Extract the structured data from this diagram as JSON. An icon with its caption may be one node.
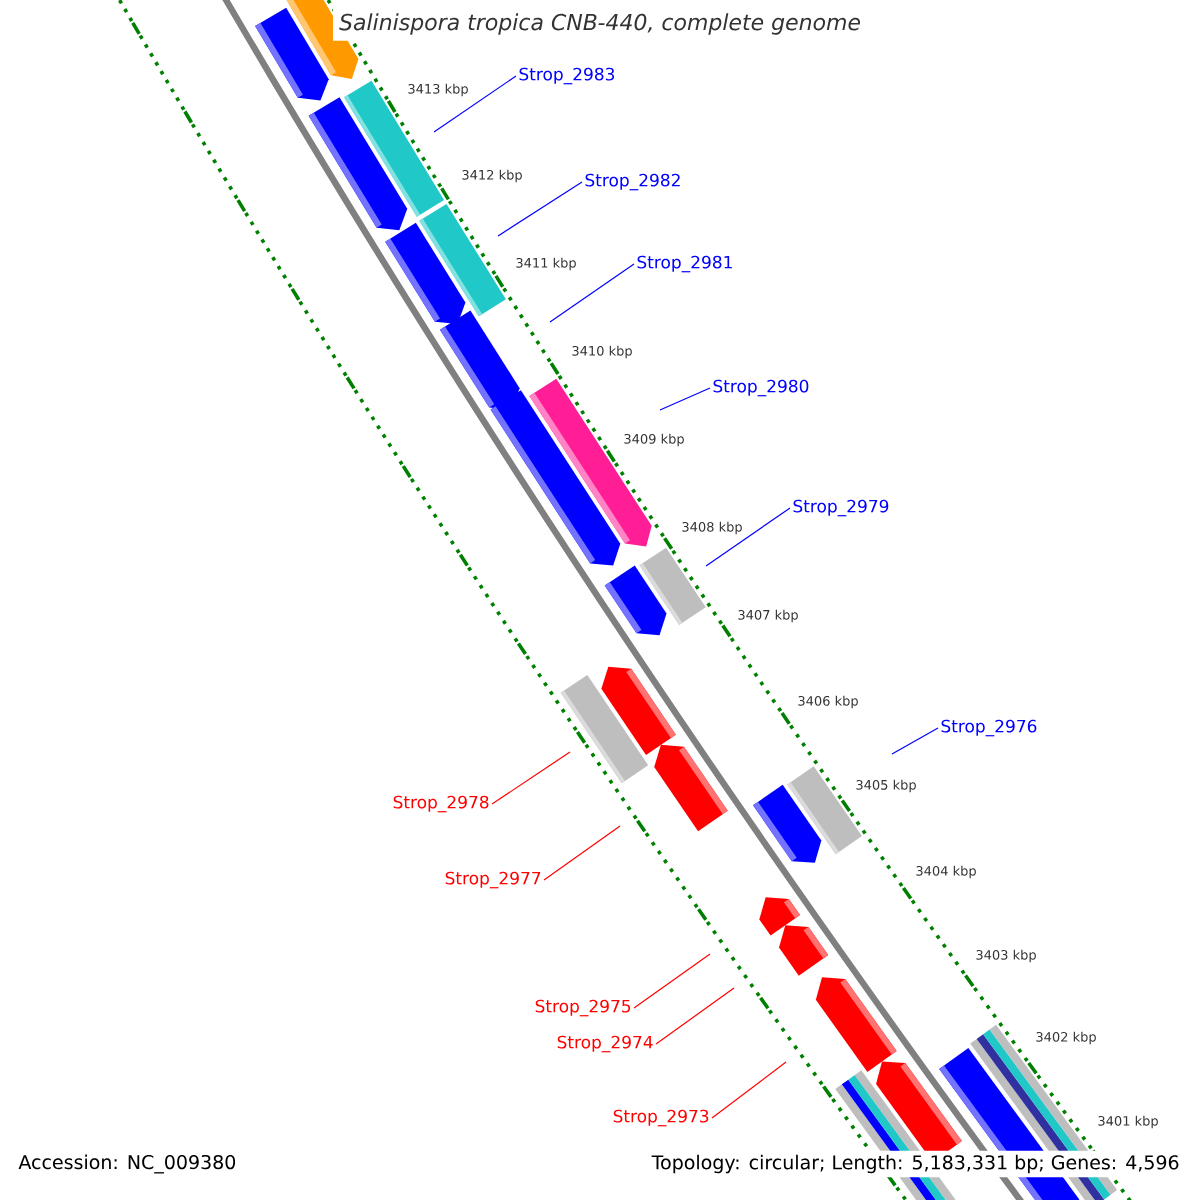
{
  "diagram": {
    "title": "Salinispora tropica CNB-440, complete genome",
    "nodes": [
      {
        "text": [
          "Strop_2983"
        ]
      },
      {
        "text": [
          "Strop_2982"
        ]
      },
      {
        "text": [
          "Strop_2981"
        ]
      },
      {
        "text": [
          "Strop_2980"
        ]
      },
      {
        "text": [
          "Strop_2979"
        ]
      },
      {
        "text": [
          "Strop_2976"
        ]
      },
      {
        "text": [
          "Strop_2978"
        ]
      },
      {
        "text": [
          "Strop_2977"
        ]
      },
      {
        "text": [
          "Strop_2975"
        ]
      },
      {
        "text": [
          "Strop_2974"
        ]
      },
      {
        "text": [
          "Strop_2973"
        ]
      }
    ],
    "edges": [
      {
        "from": 0,
        "to": null,
        "arrow": "none"
      },
      {
        "from": 1,
        "to": null,
        "arrow": "none"
      },
      {
        "from": 2,
        "to": null,
        "arrow": "none"
      },
      {
        "from": 3,
        "to": null,
        "arrow": "none"
      },
      {
        "from": 4,
        "to": null,
        "arrow": "none"
      },
      {
        "from": 5,
        "to": null,
        "arrow": "none"
      },
      {
        "from": 6,
        "to": null,
        "arrow": "none",
        "color": "#ff0000"
      },
      {
        "from": 7,
        "to": null,
        "arrow": "none",
        "color": "#ff0000"
      },
      {
        "from": 8,
        "to": null,
        "arrow": "none",
        "color": "#ff0000"
      },
      {
        "from": 9,
        "to": null,
        "arrow": "none",
        "color": "#ff0000"
      },
      {
        "from": 10,
        "to": null,
        "arrow": "none",
        "color": "#ff0000"
      }
    ],
    "labels": [
      "3413 kbp",
      "3412 kbp",
      "3411 kbp",
      "3410 kbp",
      "3409 kbp",
      "3408 kbp",
      "3407 kbp",
      "3406 kbp",
      "3405 kbp",
      "3404 kbp",
      "3403 kbp",
      "3402 kbp",
      "3401 kbp",
      "Accession: NC_009380",
      "Topology: circular; Length: 5,183,331 bp; Genes: 4,596"
    ]
  }
}
